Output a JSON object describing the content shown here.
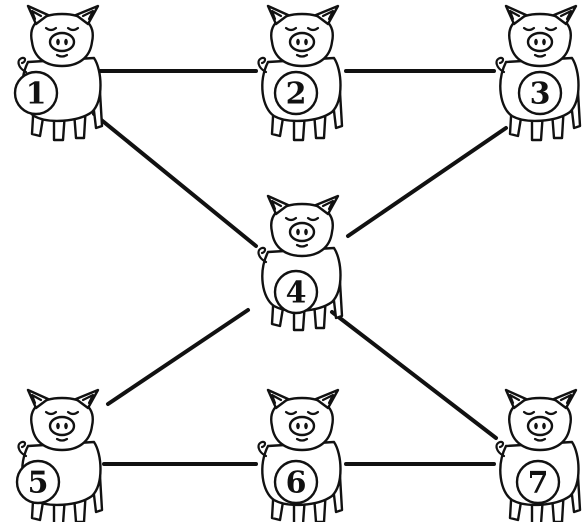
{
  "diagram": {
    "nodes": [
      {
        "id": "1",
        "label": "1"
      },
      {
        "id": "2",
        "label": "2"
      },
      {
        "id": "3",
        "label": "3"
      },
      {
        "id": "4",
        "label": "4"
      },
      {
        "id": "5",
        "label": "5"
      },
      {
        "id": "6",
        "label": "6"
      },
      {
        "id": "7",
        "label": "7"
      }
    ],
    "edges": [
      [
        "1",
        "2"
      ],
      [
        "2",
        "3"
      ],
      [
        "1",
        "4"
      ],
      [
        "3",
        "4"
      ],
      [
        "4",
        "5"
      ],
      [
        "4",
        "7"
      ],
      [
        "5",
        "6"
      ],
      [
        "6",
        "7"
      ]
    ],
    "node_icon": "pig-icon",
    "line_color": "#111111"
  }
}
